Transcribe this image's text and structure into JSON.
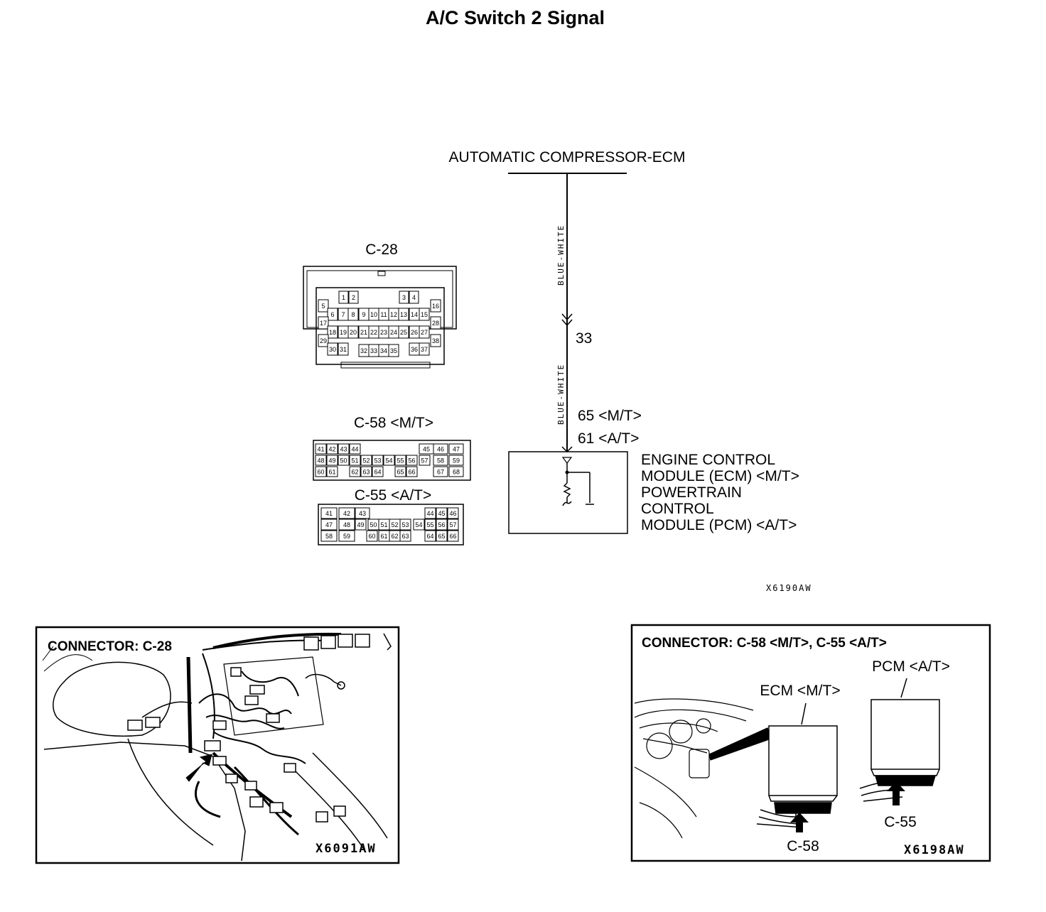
{
  "page": {
    "title": "A/C Switch 2 Signal"
  },
  "schematic": {
    "source_component": "AUTOMATIC COMPRESSOR-ECM",
    "wire_color_upper": "BLUE-WHITE",
    "wire_color_lower": "BLUE-WHITE",
    "intermediate_pin": "33",
    "terminal_mt": "65 <M/T>",
    "terminal_at": "61 <A/T>",
    "module_lines": [
      "ENGINE CONTROL",
      "MODULE (ECM) <M/T>",
      "POWERTRAIN",
      "CONTROL",
      "MODULE (PCM) <A/T>"
    ],
    "figure_code": "X6190AW"
  },
  "connectors": {
    "c28": {
      "label": "C-28",
      "pins": [
        "1",
        "2",
        "3",
        "4",
        "5",
        "6",
        "7",
        "8",
        "9",
        "10",
        "11",
        "12",
        "13",
        "14",
        "15",
        "16",
        "17",
        "18",
        "19",
        "20",
        "21",
        "22",
        "23",
        "24",
        "25",
        "26",
        "27",
        "28",
        "29",
        "30",
        "31",
        "32",
        "33",
        "34",
        "35",
        "36",
        "37",
        "38"
      ]
    },
    "c58": {
      "label": "C-58 <M/T>",
      "pins": [
        "41",
        "42",
        "43",
        "44",
        "45",
        "46",
        "47",
        "48",
        "49",
        "50",
        "51",
        "52",
        "53",
        "54",
        "55",
        "56",
        "57",
        "58",
        "59",
        "60",
        "61",
        "62",
        "63",
        "64",
        "65",
        "66",
        "67",
        "68"
      ]
    },
    "c55": {
      "label": "C-55 <A/T>",
      "pins": [
        "41",
        "42",
        "43",
        "44",
        "45",
        "46",
        "47",
        "48",
        "49",
        "50",
        "51",
        "52",
        "53",
        "54",
        "55",
        "56",
        "57",
        "58",
        "59",
        "60",
        "61",
        "62",
        "63",
        "64",
        "65",
        "66"
      ]
    }
  },
  "locator_left": {
    "title": "CONNECTOR: C-28",
    "figure_code": "X6091AW"
  },
  "locator_right": {
    "title": "CONNECTOR: C-58 <M/T>, C-55 <A/T>",
    "ecm_label": "ECM <M/T>",
    "pcm_label": "PCM <A/T>",
    "c58_callout": "C-58",
    "c55_callout": "C-55",
    "figure_code": "X6198AW"
  }
}
